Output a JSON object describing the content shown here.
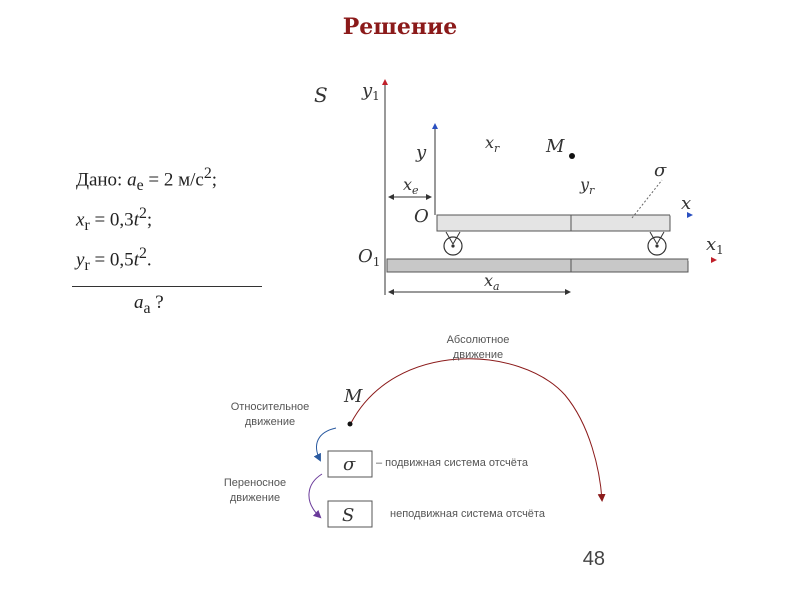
{
  "title": "Решение",
  "page_number": "48",
  "given": {
    "line1_prefix": "Дано: ",
    "line1_var": "a",
    "line1_sub": "e",
    "line1_eq": " = 2 м/с",
    "line1_pow": "2",
    "line1_end": ";",
    "line2_var": "x",
    "line2_sub": "r",
    "line2_eq": " = 0,3",
    "line2_t": "t",
    "line2_pow": "2",
    "line2_end": ";",
    "line3_var": "y",
    "line3_sub": "r",
    "line3_eq": " = 0,5",
    "line3_t": "t",
    "line3_pow": "2",
    "line3_end": ".",
    "find_var": "a",
    "find_sub": "a",
    "find_q": " ?"
  },
  "diagram": {
    "S": "S",
    "y1": "y",
    "y1_sub": "1",
    "x1": "x",
    "x1_sub": "1",
    "O1": "O",
    "O1_sub": "1",
    "y": "y",
    "x": "x",
    "O": "O",
    "M": "M",
    "sigma": "σ",
    "xr": "x",
    "xr_sub": "r",
    "yr": "y",
    "yr_sub": "r",
    "xe": "x",
    "xe_sub": "e",
    "xa": "x",
    "xa_sub": "a"
  },
  "scheme": {
    "absolute_line1": "Абсолютное",
    "absolute_line2": "движение",
    "relative_line1": "Относительное",
    "relative_line2": "движение",
    "transport_line1": "Переносное",
    "transport_line2": "движение",
    "M": "M",
    "sigma_box": "σ",
    "S_box": "S",
    "moving_frame": "– подвижная система отсчёта",
    "fixed_frame": "неподвижная система отсчёта"
  },
  "colors": {
    "title": "#8b1a1a",
    "absolute_arrow": "#8b1a1a",
    "relative_arrow": "#2a5aa0",
    "transport_arrow": "#6a3a9a",
    "axis_arrow_head_blue": "#2a4fc0",
    "axis_arrow_head_red": "#c0202a"
  }
}
